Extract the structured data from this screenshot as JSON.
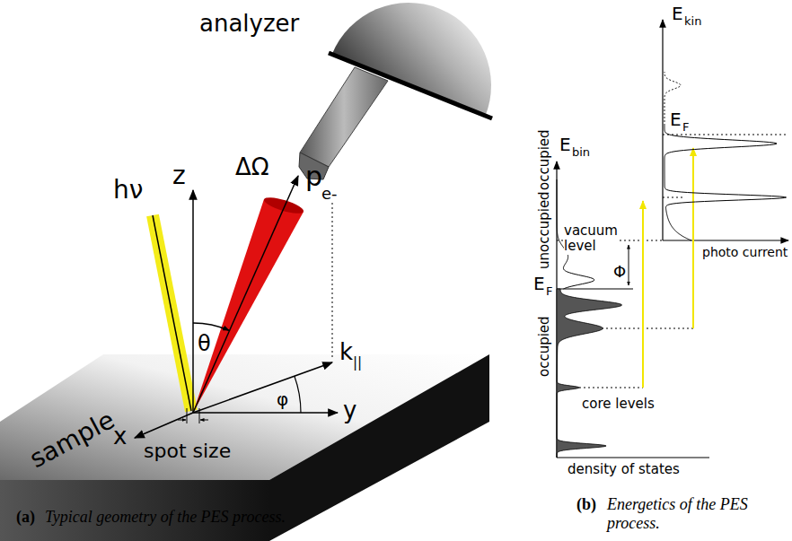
{
  "diagram": {
    "labels": [
      "analyzer",
      "hν",
      "z",
      "θ",
      "ΔΩ",
      "p",
      "e-",
      "k",
      "||",
      "φ",
      "y",
      "x",
      "spot size",
      "sample",
      "(a)",
      "Typical geometry of the PES process.",
      "E",
      "bin",
      "E",
      "kin",
      "E",
      "F",
      "vacuum level",
      "Φ",
      "photo current",
      "E",
      "F",
      "unoccupied",
      "occupied",
      "occupied",
      "core levels",
      "density of states",
      "(b)",
      "Energetics of the PES process."
    ]
  }
}
